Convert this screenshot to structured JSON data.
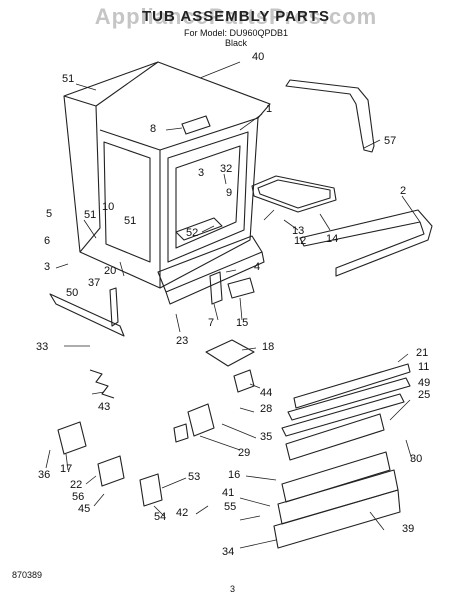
{
  "header": {
    "watermark": "AppliancePartsPros.com",
    "title": "TUB ASSEMBLY PARTS",
    "model_line": "For Model: DU960QPDB1",
    "color": "Black"
  },
  "footer": {
    "doc_number": "870389",
    "page_number": "3"
  },
  "callouts": [
    "51",
    "40",
    "1",
    "8",
    "57",
    "3",
    "32",
    "9",
    "2",
    "10",
    "51",
    "51",
    "5",
    "13",
    "12",
    "6",
    "14",
    "52",
    "3",
    "50",
    "20",
    "37",
    "4",
    "33",
    "7",
    "15",
    "23",
    "18",
    "21",
    "11",
    "44",
    "49",
    "43",
    "28",
    "25",
    "35",
    "29",
    "30",
    "36",
    "17",
    "16",
    "22",
    "53",
    "56",
    "41",
    "45",
    "54",
    "42",
    "55",
    "39",
    "34",
    "22"
  ]
}
